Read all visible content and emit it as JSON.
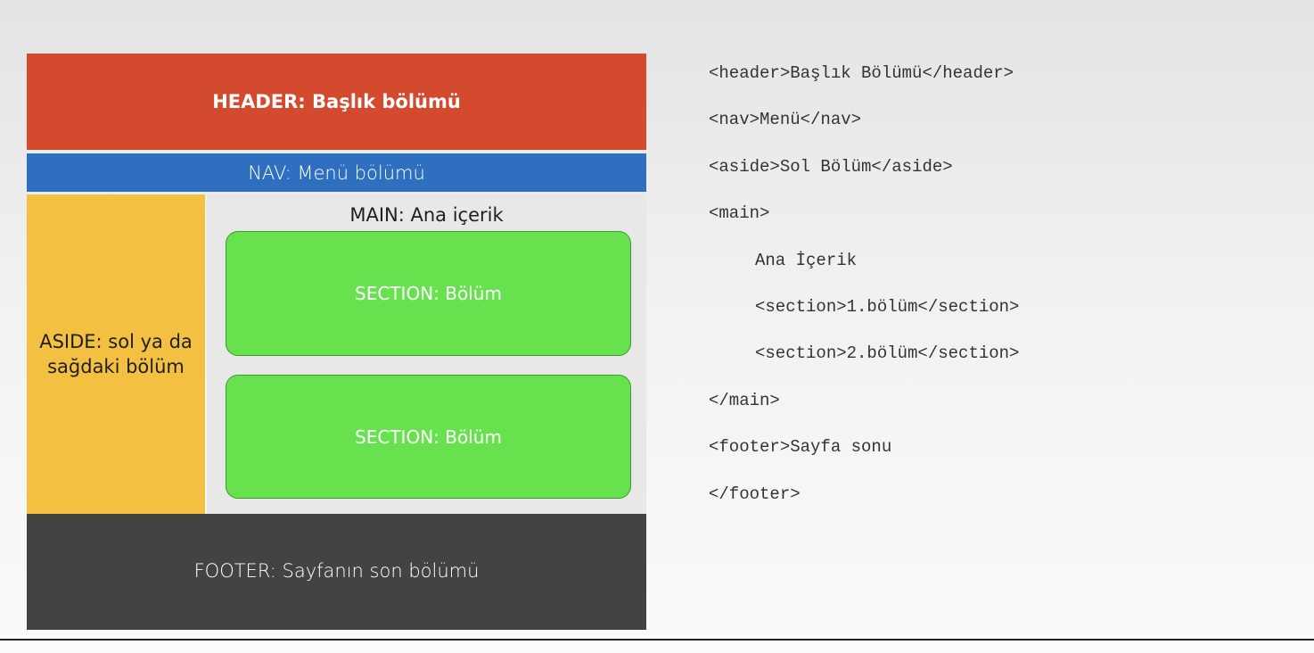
{
  "diagram": {
    "header": "HEADER: Başlık bölümü",
    "nav": "NAV: Menü bölümü",
    "aside": "ASIDE: sol ya da sağdaki bölüm",
    "main": "MAIN: Ana içerik",
    "sections": [
      "SECTION: Bölüm",
      "SECTION: Bölüm"
    ],
    "footer": "FOOTER: Sayfanın son bölümü"
  },
  "code_lines": [
    "<header>Başlık Bölümü</header>",
    "<nav>Menü</nav>",
    "<aside>Sol Bölüm</aside>",
    "<main>",
    "Ana İçerik",
    "<section>1.bölüm</section>",
    "<section>2.bölüm</section>",
    "</main>",
    "<footer>Sayfa sonu",
    "</footer>"
  ],
  "colors": {
    "header": "#d34a2e",
    "nav": "#2f6fbf",
    "aside": "#f3c042",
    "main": "#e8e8e8",
    "section": "#67e24e",
    "footer": "#434343"
  }
}
